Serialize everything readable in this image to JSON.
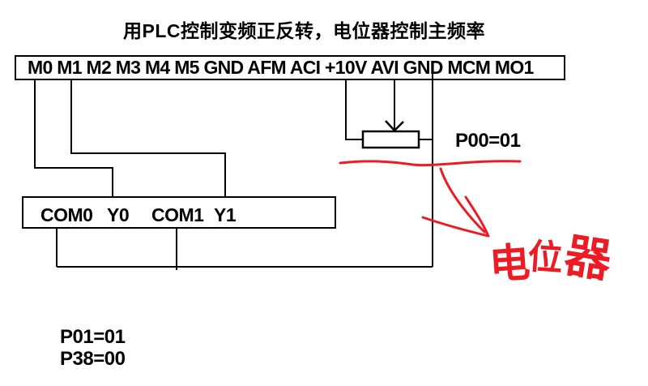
{
  "figure": {
    "title": "用PLC控制变频正反转，电位器控制主频率"
  },
  "inverter_strip": {
    "terminals": [
      "M0",
      "M1",
      "M2",
      "M3",
      "M4",
      "M5",
      "GND",
      "AFM",
      "ACI",
      "+10V",
      "AVI",
      "GND",
      "MCM",
      "MO1"
    ]
  },
  "plc_strip": {
    "terminals": [
      "COM0",
      "Y0",
      "COM1",
      "Y1"
    ]
  },
  "parameters": {
    "p00": "P00=01",
    "p01": "P01=01",
    "p38": "P38=00"
  },
  "annotation": {
    "label": "电位器",
    "chars": [
      "电",
      "位",
      "器"
    ],
    "color": "#ed1c24"
  },
  "colors": {
    "wire": "#000000",
    "annotation_red": "#ed1c24",
    "background": "#ffffff"
  }
}
